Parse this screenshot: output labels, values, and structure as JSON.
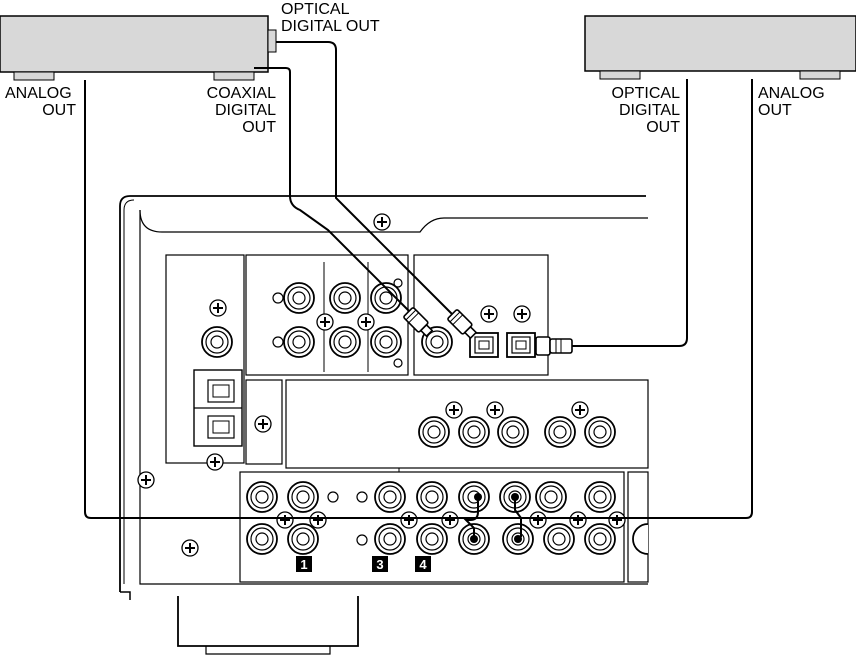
{
  "devices": {
    "left": {
      "labels": {
        "optical_line1": "OPTICAL",
        "optical_line2": "DIGITAL OUT",
        "analog_line1": "ANALOG",
        "analog_line2": "OUT",
        "coaxial_line1": "COAXIAL",
        "coaxial_line2": "DIGITAL",
        "coaxial_line3": "OUT"
      }
    },
    "right": {
      "labels": {
        "optical_line1": "OPTICAL",
        "optical_line2": "DIGITAL",
        "optical_line3": "OUT",
        "analog_line1": "ANALOG",
        "analog_line2": "OUT"
      }
    }
  },
  "receiver": {
    "input_numbers": [
      "1",
      "3",
      "4"
    ]
  }
}
